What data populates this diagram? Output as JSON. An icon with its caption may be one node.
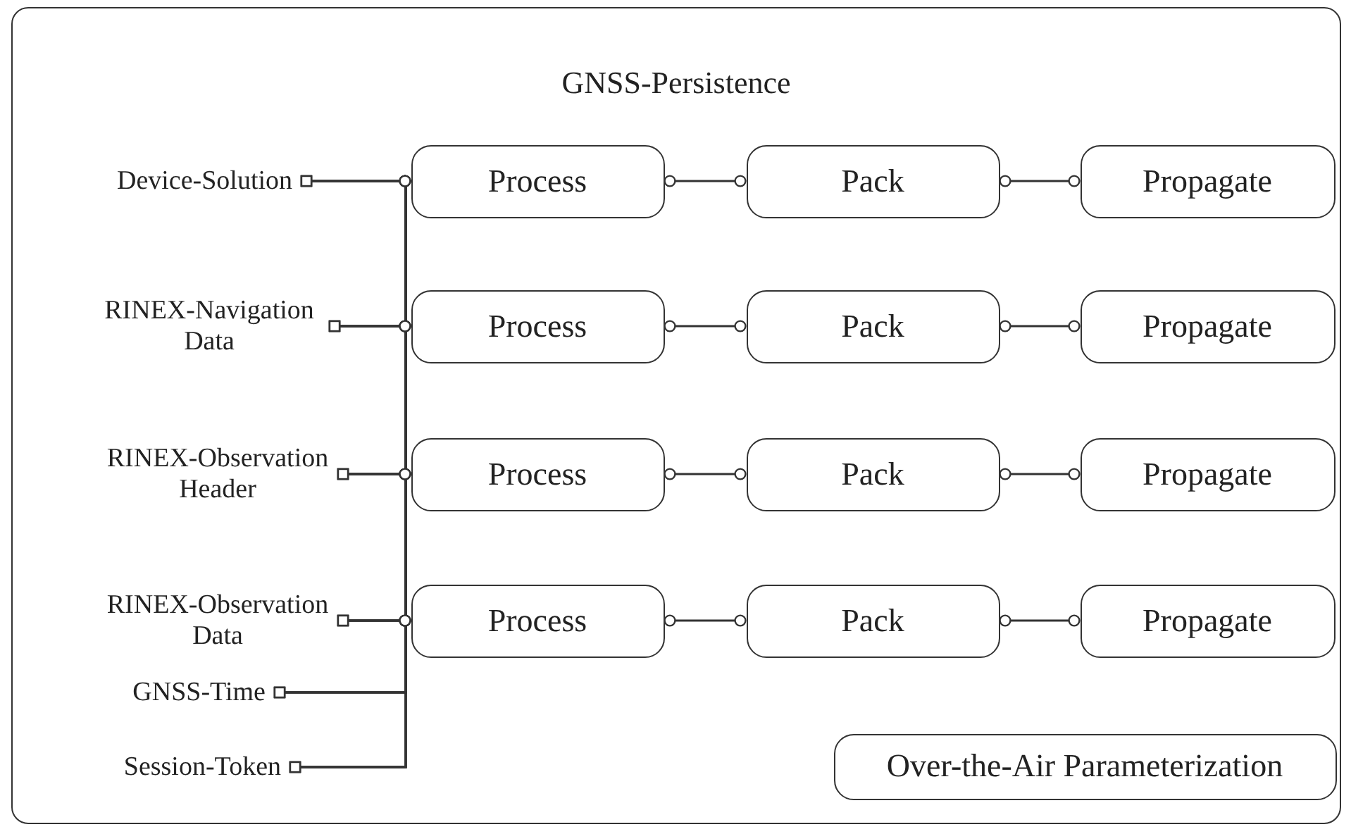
{
  "diagram": {
    "nodes": [
      {
        "text": [
          "GNSS-Persistence"
        ]
      },
      {
        "text": [
          "Device-Solution"
        ],
        "in": 0
      },
      {
        "text": [
          "Process"
        ],
        "in": 0
      },
      {
        "text": [
          "Pack"
        ],
        "in": 0
      },
      {
        "text": [
          "Propagate"
        ],
        "in": 0
      },
      {
        "text": [
          "RINEX-Navigation Data"
        ],
        "in": 0
      },
      {
        "text": [
          "Process"
        ],
        "in": 0
      },
      {
        "text": [
          "Pack"
        ],
        "in": 0
      },
      {
        "text": [
          "Propagate"
        ],
        "in": 0
      },
      {
        "text": [
          "RINEX-Observation Header"
        ],
        "in": 0
      },
      {
        "text": [
          "Process"
        ],
        "in": 0
      },
      {
        "text": [
          "Pack"
        ],
        "in": 0
      },
      {
        "text": [
          "Propagate"
        ],
        "in": 0
      },
      {
        "text": [
          "RINEX-Observation Data"
        ],
        "in": 0
      },
      {
        "text": [
          "Process"
        ],
        "in": 0
      },
      {
        "text": [
          "Pack"
        ],
        "in": 0
      },
      {
        "text": [
          "Propagate"
        ],
        "in": 0
      },
      {
        "text": [
          "GNSS-Time"
        ],
        "in": 0
      },
      {
        "text": [
          "Session-Token"
        ],
        "in": 0
      },
      {
        "text": [
          "Over-the-Air Parameterization"
        ],
        "in": 0
      }
    ],
    "edges": [
      {
        "from": 1,
        "to": 2,
        "arrow": "other"
      },
      {
        "from": 1,
        "to": 6,
        "arrow": "other"
      },
      {
        "from": 1,
        "to": 10,
        "arrow": "other"
      },
      {
        "from": 1,
        "to": 14,
        "arrow": "other"
      },
      {
        "from": 5,
        "to": 2,
        "arrow": "other"
      },
      {
        "from": 5,
        "to": 6,
        "arrow": "other"
      },
      {
        "from": 5,
        "to": 10,
        "arrow": "other"
      },
      {
        "from": 5,
        "to": 14,
        "arrow": "other"
      },
      {
        "from": 9,
        "to": 2,
        "arrow": "other"
      },
      {
        "from": 9,
        "to": 6,
        "arrow": "other"
      },
      {
        "from": 9,
        "to": 10,
        "arrow": "other"
      },
      {
        "from": 9,
        "to": 14,
        "arrow": "other"
      },
      {
        "from": 13,
        "to": 2,
        "arrow": "other"
      },
      {
        "from": 13,
        "to": 6,
        "arrow": "other"
      },
      {
        "from": 13,
        "to": 10,
        "arrow": "other"
      },
      {
        "from": 13,
        "to": 14,
        "arrow": "other"
      },
      {
        "from": 17,
        "to": 2,
        "arrow": "other"
      },
      {
        "from": 17,
        "to": 6,
        "arrow": "other"
      },
      {
        "from": 17,
        "to": 10,
        "arrow": "other"
      },
      {
        "from": 17,
        "to": 14,
        "arrow": "other"
      },
      {
        "from": 18,
        "to": 2,
        "arrow": "other"
      },
      {
        "from": 18,
        "to": 6,
        "arrow": "other"
      },
      {
        "from": 18,
        "to": 10,
        "arrow": "other"
      },
      {
        "from": 18,
        "to": 14,
        "arrow": "other"
      },
      {
        "from": 2,
        "to": 3,
        "arrow": "other"
      },
      {
        "from": 3,
        "to": 4,
        "arrow": "other"
      },
      {
        "from": 6,
        "to": 7,
        "arrow": "other"
      },
      {
        "from": 7,
        "to": 8,
        "arrow": "other"
      },
      {
        "from": 10,
        "to": 11,
        "arrow": "other"
      },
      {
        "from": 11,
        "to": 12,
        "arrow": "other"
      },
      {
        "from": 14,
        "to": 15,
        "arrow": "other"
      },
      {
        "from": 15,
        "to": 16,
        "arrow": "other"
      }
    ]
  }
}
